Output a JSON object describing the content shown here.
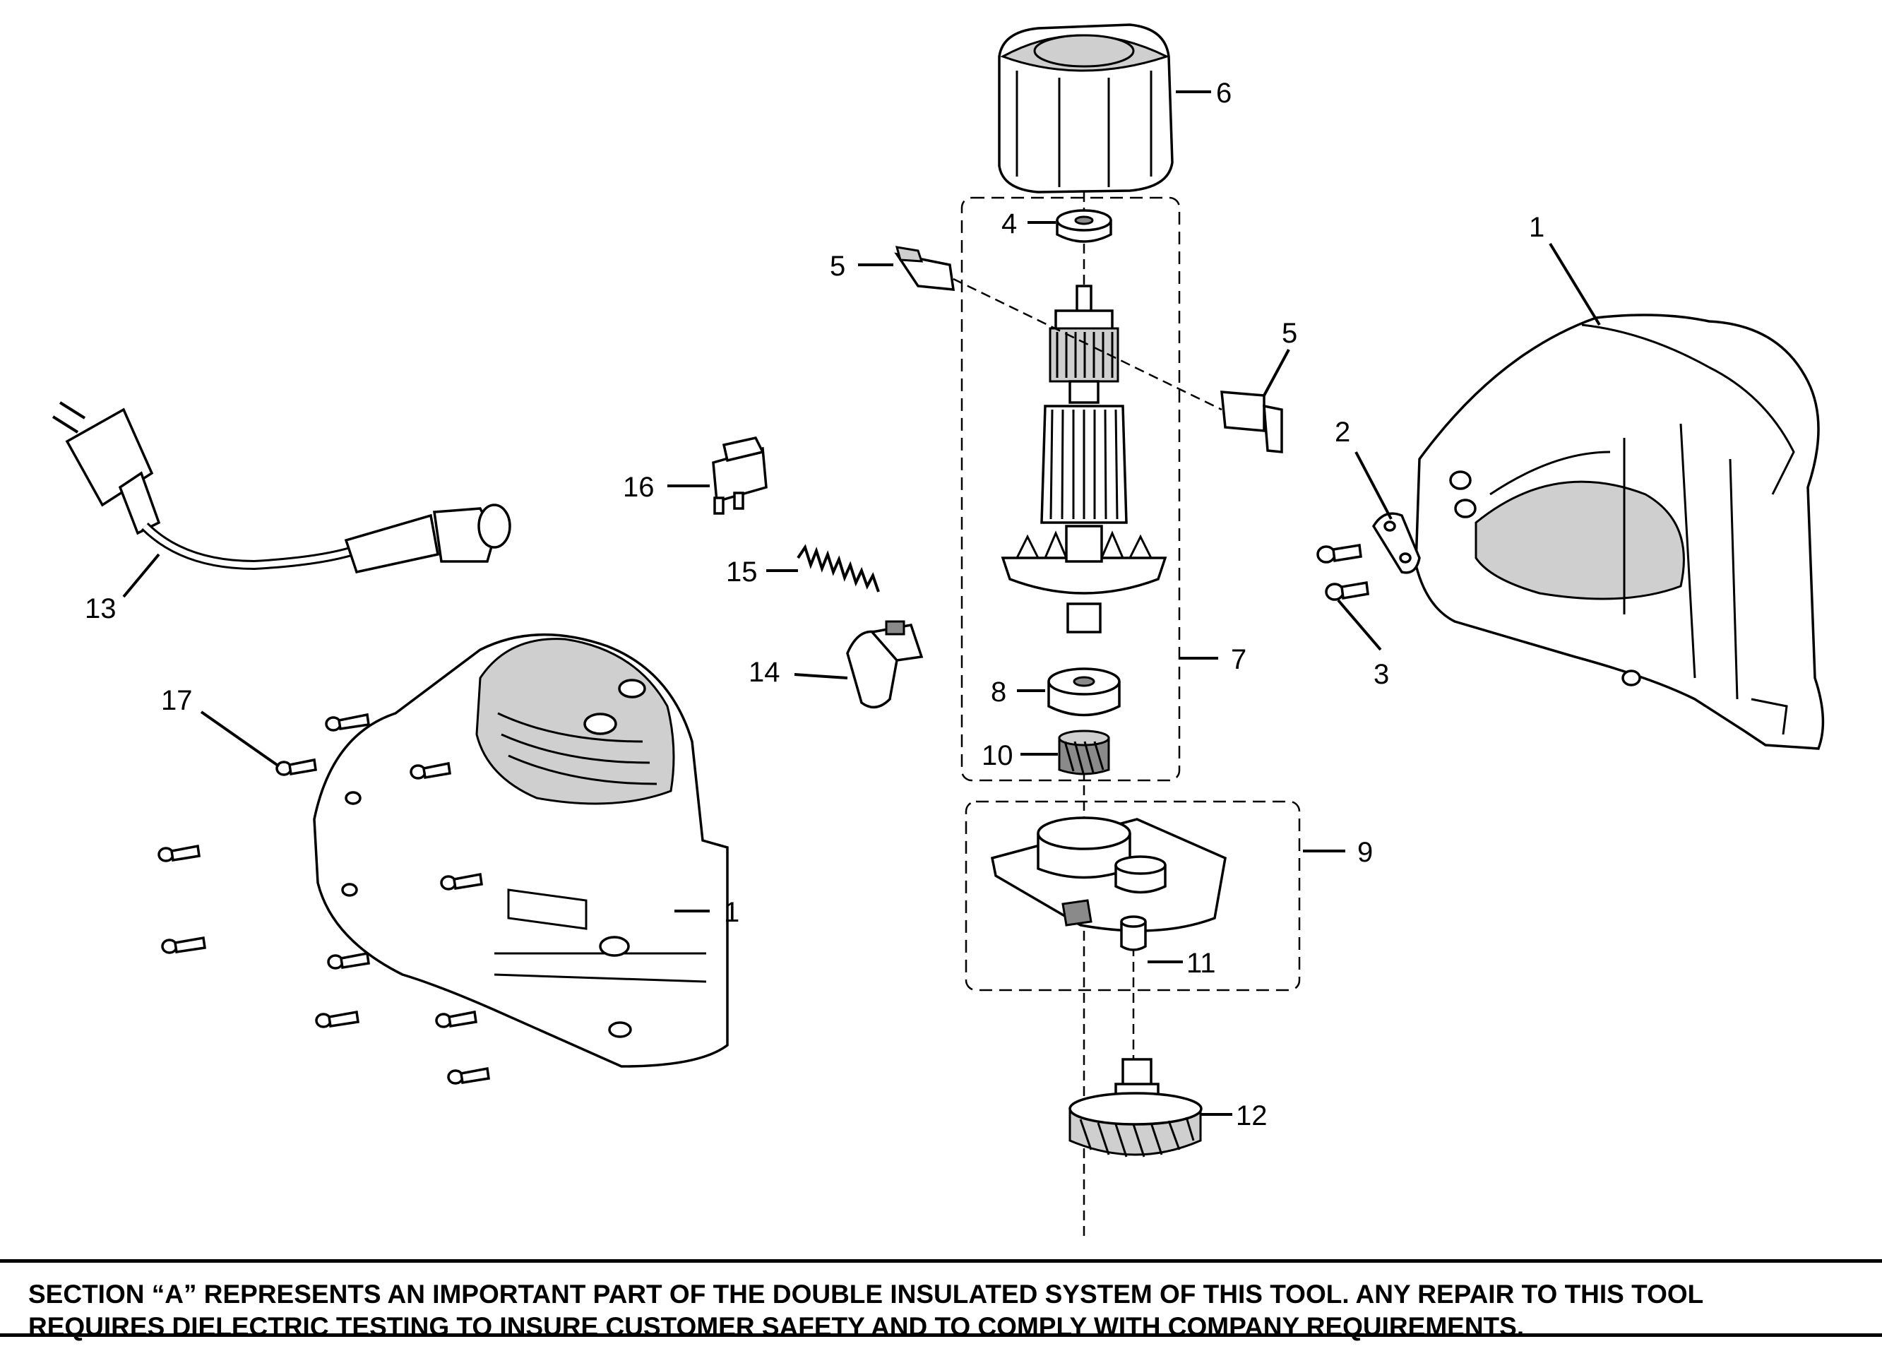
{
  "callouts": {
    "c1_right": "1",
    "c1_left": "1",
    "c2": "2",
    "c3": "3",
    "c4": "4",
    "c5_left": "5",
    "c5_right": "5",
    "c6": "6",
    "c7": "7",
    "c8": "8",
    "c9": "9",
    "c10": "10",
    "c11": "11",
    "c12": "12",
    "c13": "13",
    "c14": "14",
    "c15": "15",
    "c16": "16",
    "c17": "17"
  },
  "notice": {
    "line1": "SECTION “A” REPRESENTS AN IMPORTANT PART OF THE DOUBLE INSULATED SYSTEM OF THIS TOOL. ANY REPAIR TO THIS TOOL",
    "line2": "REQUIRES DIELECTRIC TESTING TO INSURE CUSTOMER SAFETY AND TO COMPLY WITH COMPANY REQUIREMENTS."
  }
}
